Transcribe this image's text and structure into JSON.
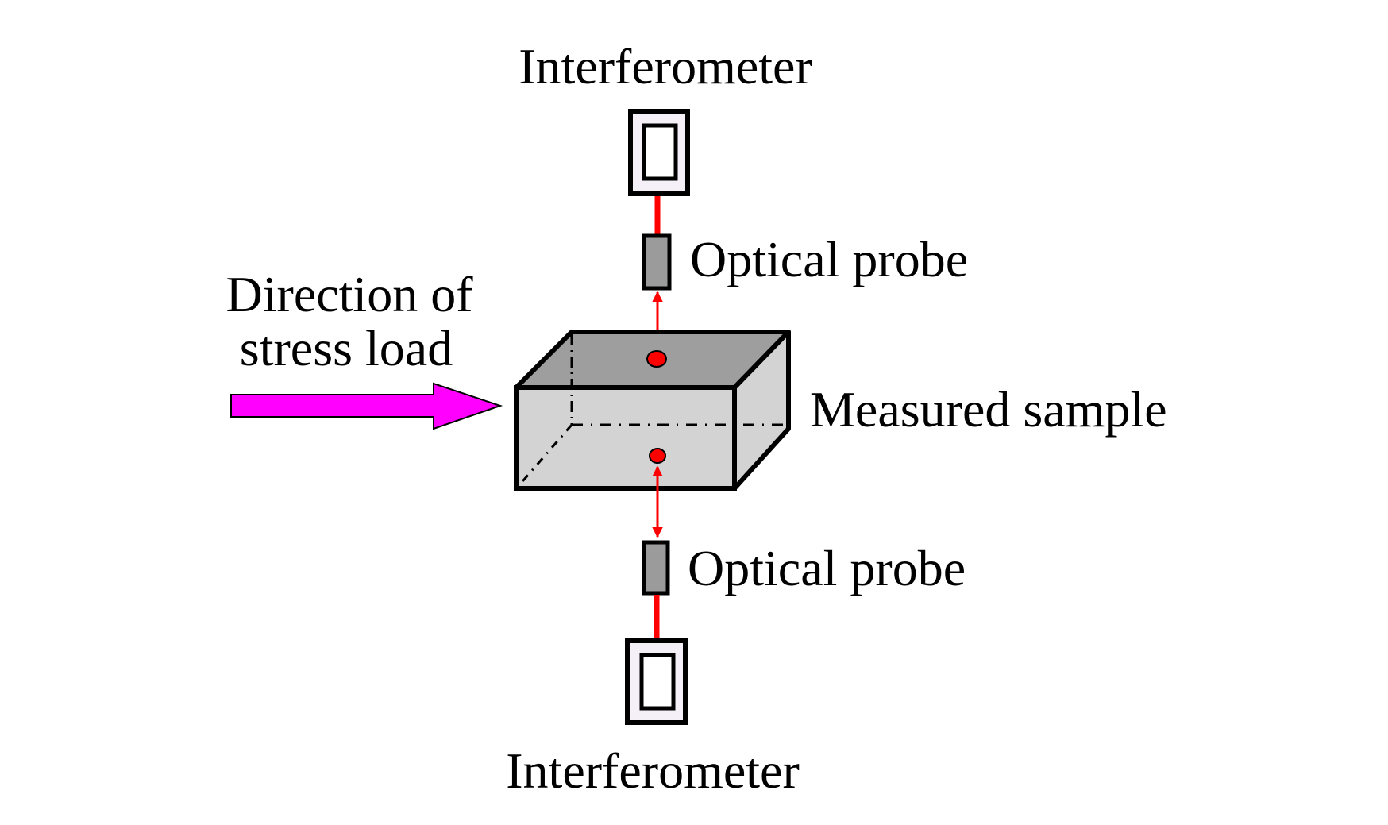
{
  "diagram": {
    "labels": {
      "top_interferometer": "Interferometer",
      "bottom_interferometer": "Interferometer",
      "top_probe": "Optical probe",
      "bottom_probe": "Optical probe",
      "direction_line1": "Direction of",
      "direction_line2": "stress load",
      "sample": "Measured sample"
    },
    "colors": {
      "beam": "#ff0000",
      "load_arrow": "#ff00ff",
      "probe": "#9b9b9b",
      "sample_top": "#9e9e9e",
      "sample_sides": "#d3d3d3",
      "interferometer_fill": "#f5f0f7",
      "outline": "#000000"
    }
  }
}
